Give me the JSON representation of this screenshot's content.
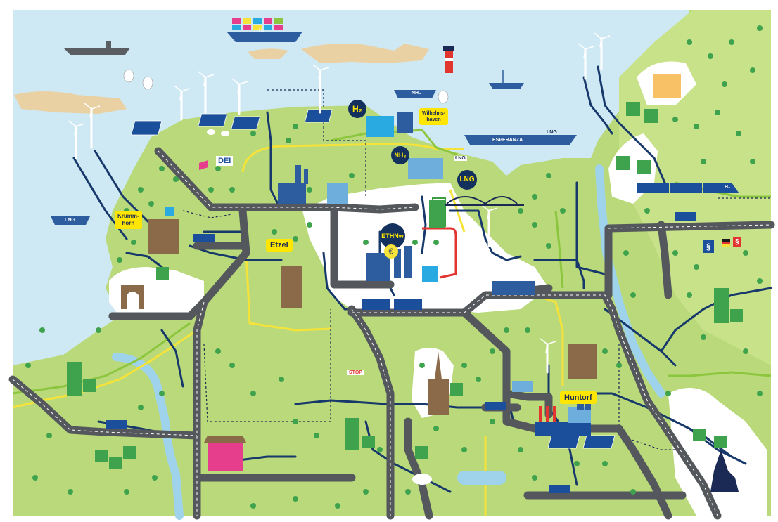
{
  "map": {
    "colors": {
      "sea": "#cfe9f4",
      "land": "#b9d97a",
      "land_light": "#c8e28a",
      "white_land": "#ffffff",
      "road": "#54585c",
      "pipeline_navy": "#17386a",
      "pipeline_green": "#8cc63f",
      "rail_yellow": "#f6e33a",
      "river": "#9fd3ec",
      "tree": "#3fa34d",
      "solar": "#1b4e9b",
      "label_bg": "#ffe600"
    },
    "places": {
      "krummhorn": "Krumm-\nhörn",
      "etzel": "Etzel",
      "wilhelmshaven": "Wilhelms-\nhaven",
      "huntorf": "Huntorf"
    },
    "badges": {
      "h2": "H₂",
      "nh3": "NH₃",
      "lng": "LNG",
      "ethnw": "ETHNw",
      "euro": "€"
    },
    "signs": {
      "dei": "DEI",
      "stop": "STOP",
      "esperanza": "ESPERANZA",
      "lng_ship_1": "LNG",
      "lng_ship_2": "LNG",
      "lng_tank": "LNG",
      "nh3_ship": "NH₃",
      "paragraph": "§",
      "paragraph2": "§",
      "pipe_h2": "H₂",
      "truck_h2": "H₂"
    }
  }
}
